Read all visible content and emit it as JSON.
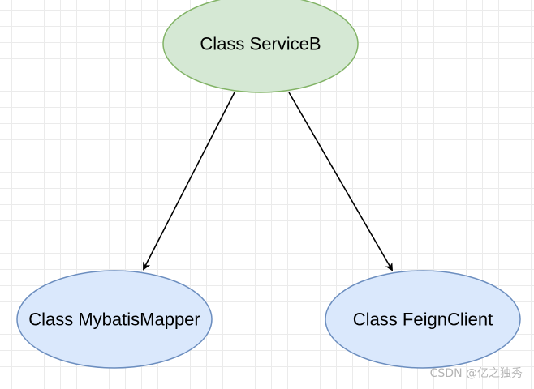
{
  "diagram": {
    "nodes": [
      {
        "id": "service-b",
        "label": "Class ServiceB",
        "fill": "#d5e8d4",
        "stroke": "#82b366"
      },
      {
        "id": "mybatis-mapper",
        "label": "Class MybatisMapper",
        "fill": "#dae8fc",
        "stroke": "#6c8ebf"
      },
      {
        "id": "feign-client",
        "label": "Class FeignClient",
        "fill": "#dae8fc",
        "stroke": "#6c8ebf"
      }
    ],
    "edges": [
      {
        "from": "service-b",
        "to": "mybatis-mapper"
      },
      {
        "from": "service-b",
        "to": "feign-client"
      }
    ],
    "line_color": "#000000"
  },
  "watermark": "CSDN @亿之独秀"
}
